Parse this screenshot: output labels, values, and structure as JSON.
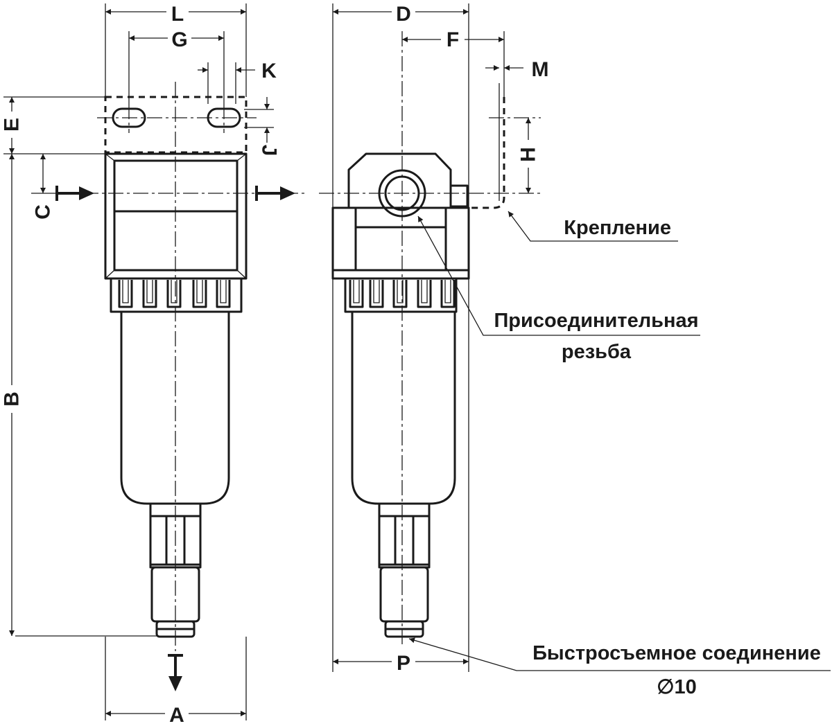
{
  "dimensions": {
    "A": "A",
    "B": "B",
    "C": "C",
    "D": "D",
    "E": "E",
    "F": "F",
    "G": "G",
    "H": "H",
    "J": "J",
    "K": "K",
    "L": "L",
    "M": "M",
    "P": "P"
  },
  "callouts": {
    "mounting": "Крепление",
    "thread_line1": "Присоединительная",
    "thread_line2": "резьба",
    "quick_connect": "Быстросъемное соединение",
    "diameter": "∅10"
  }
}
